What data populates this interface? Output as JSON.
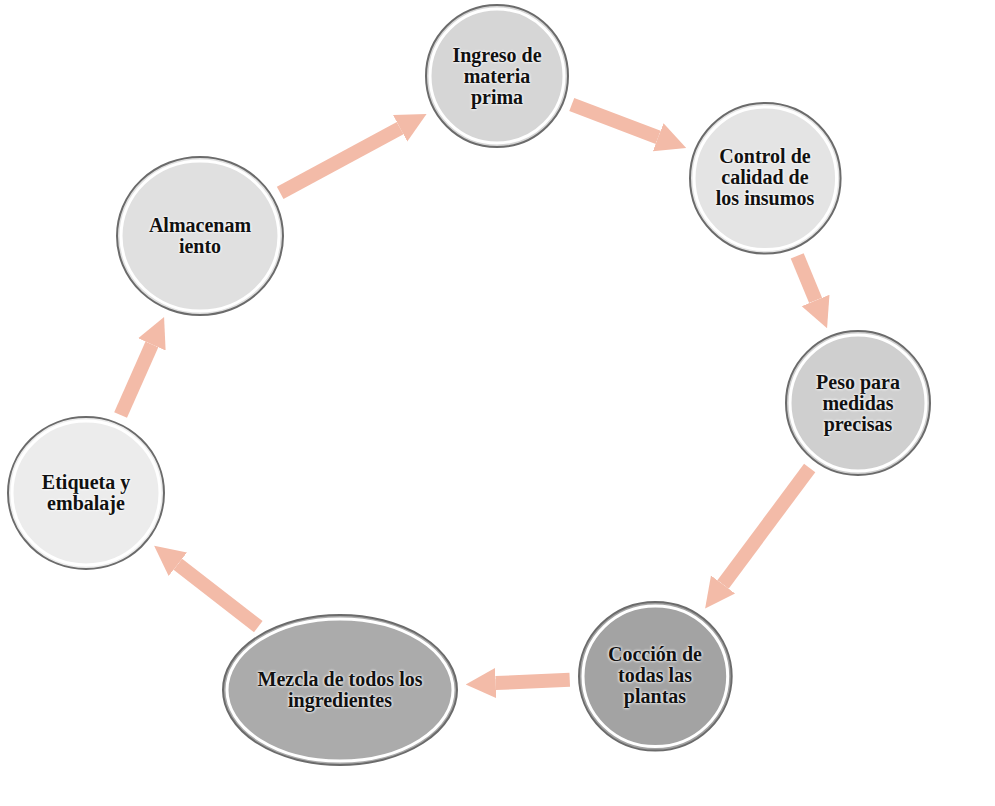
{
  "diagram": {
    "nodes": [
      {
        "text": [
          "Ingreso de materia prima"
        ]
      },
      {
        "text": [
          "Control de calidad de los insumos"
        ]
      },
      {
        "text": [
          "Peso para medidas precisas"
        ]
      },
      {
        "text": [
          "Cocción de todas las plantas"
        ]
      },
      {
        "text": [
          "Mezcla de todos los ingredientes"
        ]
      },
      {
        "text": [
          "Etiqueta y embalaje"
        ]
      },
      {
        "text": [
          "Almacenam iento"
        ]
      }
    ],
    "edges": [
      {
        "from": 0,
        "to": 1,
        "arrow": "to"
      },
      {
        "from": 1,
        "to": 2,
        "arrow": "to"
      },
      {
        "from": 2,
        "to": 3,
        "arrow": "to"
      },
      {
        "from": 3,
        "to": 4,
        "arrow": "to"
      },
      {
        "from": 4,
        "to": 5,
        "arrow": "to"
      },
      {
        "from": 5,
        "to": 6,
        "arrow": "to"
      },
      {
        "from": 6,
        "to": 0,
        "arrow": "to"
      }
    ]
  }
}
